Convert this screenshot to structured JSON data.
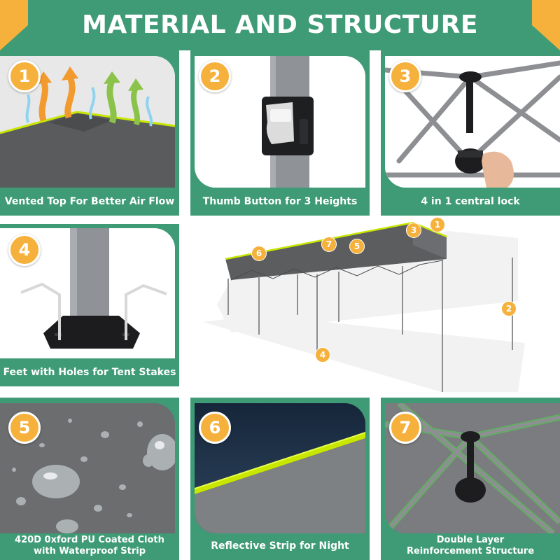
{
  "header": {
    "title": "MATERIAL AND STRUCTURE"
  },
  "colors": {
    "green": "#3e9b76",
    "orange": "#f6b13c",
    "canopy": "#5b5d5f",
    "frame": "#8d8f93"
  },
  "panels": [
    {
      "number": "1",
      "caption": "Vented Top For Better Air Flow",
      "icon": "vent-arrows-icon"
    },
    {
      "number": "2",
      "caption": "Thumb Button for 3 Heights",
      "icon": "thumb-button-icon"
    },
    {
      "number": "3",
      "caption": "4 in 1 central lock",
      "icon": "central-lock-icon"
    },
    {
      "number": "4",
      "caption": "Feet with Holes for Tent Stakes",
      "icon": "tent-foot-icon"
    },
    {
      "number": "5",
      "caption_line1": "420D 0xford PU Coated Cloth",
      "caption_line2": "with Waterproof Strip",
      "icon": "water-droplets-icon"
    },
    {
      "number": "6",
      "caption": "Reflective Strip for Night",
      "icon": "reflective-strip-icon"
    },
    {
      "number": "7",
      "caption_line1": "Double Layer",
      "caption_line2": "Reinforcement Structure",
      "icon": "reinforcement-frame-icon"
    }
  ],
  "tent_markers": [
    "1",
    "2",
    "3",
    "4",
    "5",
    "6",
    "7"
  ]
}
